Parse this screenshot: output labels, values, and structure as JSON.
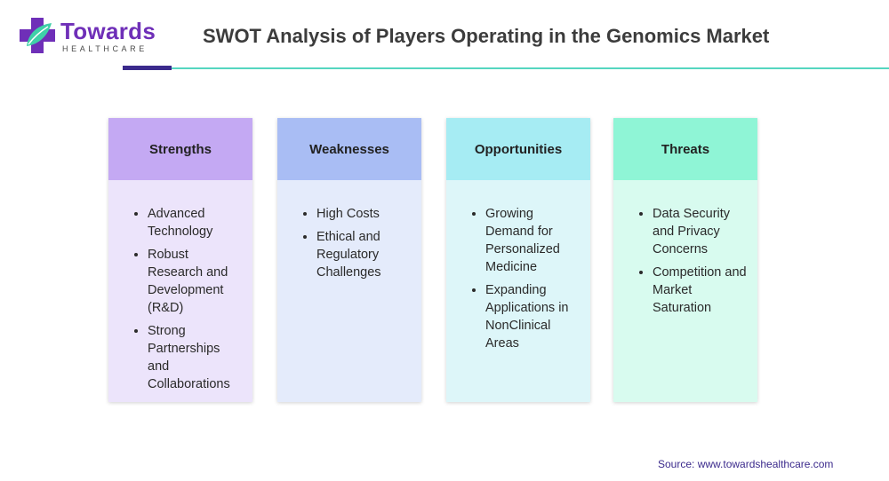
{
  "brand": {
    "name": "Towards",
    "tagline": "HEALTHCARE"
  },
  "title": "SWOT Analysis of Players Operating in the Genomics Market",
  "colors": {
    "strengths_head": "#c4a9f3",
    "strengths_body": "#ece4fb",
    "weaknesses_head": "#a9bdf4",
    "weaknesses_body": "#e4ebfb",
    "opportunities_head": "#a6ecf3",
    "opportunities_body": "#ddf6f9",
    "threats_head": "#8ff5d6",
    "threats_body": "#d8fbef"
  },
  "quadrants": [
    {
      "title": "Strengths",
      "items": [
        "Advanced Technology",
        "Robust Research and Development (R&D)",
        "Strong Partnerships and Collaborations"
      ]
    },
    {
      "title": "Weaknesses",
      "items": [
        "High Costs",
        "Ethical and Regulatory Challenges"
      ]
    },
    {
      "title": "Opportunities",
      "items": [
        "Growing Demand for Personalized Medicine",
        "Expanding Applications in NonClinical Areas"
      ]
    },
    {
      "title": "Threats",
      "items": [
        "Data Security and Privacy Concerns",
        "Competition and Market Saturation"
      ]
    }
  ],
  "source": "Source: www.towardshealthcare.com"
}
